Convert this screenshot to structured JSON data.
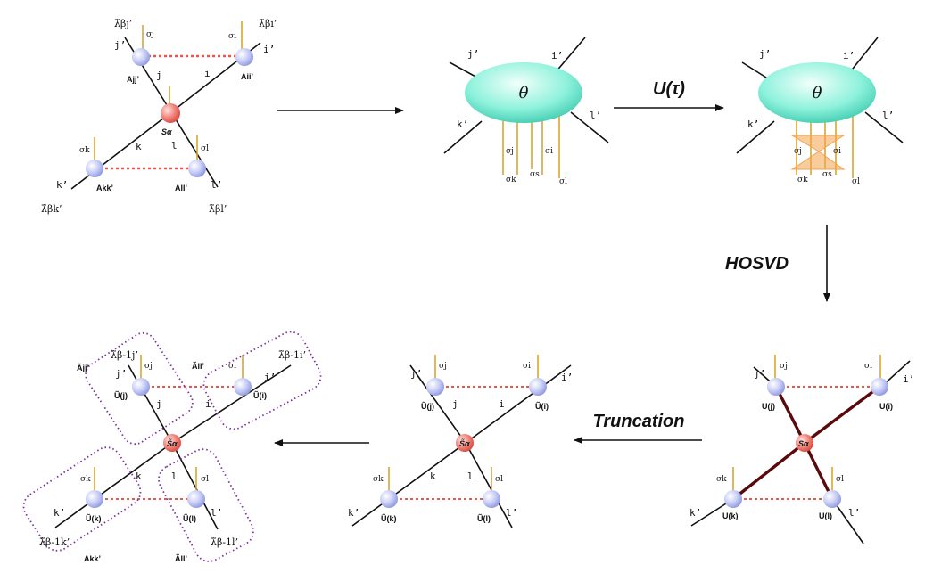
{
  "colors": {
    "leg": "#111111",
    "phys": "#d8a731",
    "bond": "#e8574a",
    "tensor_fill": "#c7cdf6",
    "center_fill": "#f2857c",
    "theta_fill": "#8ef2dc",
    "group": "#7b32a4",
    "u_leg": "#5a0a0a",
    "hourglass": "#f4a24f"
  },
  "labels": {
    "j_prime": "j’",
    "i_prime": "i’",
    "k_prime": "k’",
    "l_prime": "l’",
    "j": "j",
    "i": "i",
    "k": "k",
    "l": "l",
    "sigma_j": "σj",
    "sigma_i": "σi",
    "sigma_k": "σk",
    "sigma_l": "σl",
    "sigma_s": "σs",
    "theta": "θ"
  },
  "panel1": {
    "a_jj": "Ajj’",
    "a_ii": "Aii’",
    "a_kk": "Akk’",
    "a_ll": "All’",
    "s": "Sα",
    "lam_j": "λ̃βj’",
    "lam_i": "λ̃βi’",
    "lam_k": "λ̃βk’",
    "lam_l": "λ̃βl’"
  },
  "steps": {
    "u_tau": "U(τ)",
    "hosvd": "HOSVD",
    "truncation": "Truncation"
  },
  "panel4": {
    "u_j": "U(j)",
    "u_i": "U(i)",
    "u_k": "U(k)",
    "u_l": "U(l)",
    "s": "Sα"
  },
  "panel5": {
    "u_j": "Ũ(j)",
    "u_i": "Ũ(i)",
    "u_k": "Ũ(k)",
    "u_l": "Ũ(l)",
    "s": "S̃α"
  },
  "panel6": {
    "u_j": "Ũ(j)",
    "u_i": "Ũ(i)",
    "u_k": "Ũ(k)",
    "u_l": "Ũ(l)",
    "s": "S̃α",
    "a_jj": "Ãjj’",
    "a_ii": "Ãii’",
    "a_kk": "Akk’",
    "a_ll": "Ãll’",
    "lam_j": "λ̃β-1j’",
    "lam_i": "λ̃β-1i’",
    "lam_k": "λ̃β-1k’",
    "lam_l": "λ̃β-1l’"
  }
}
